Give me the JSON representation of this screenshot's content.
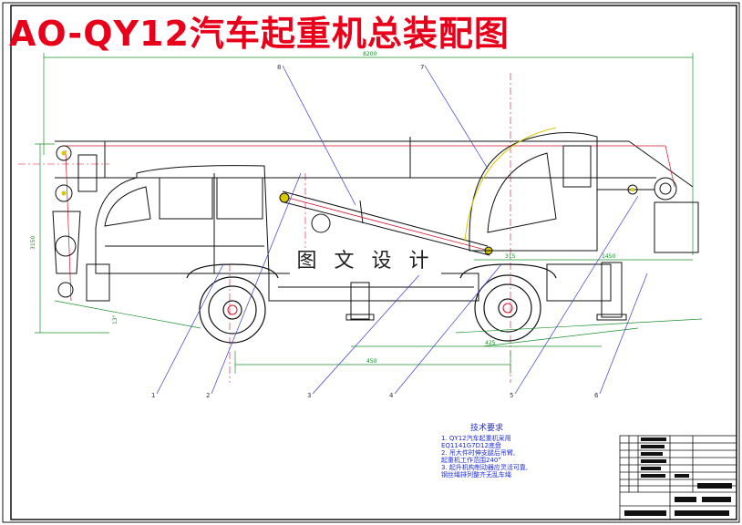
{
  "drawing": {
    "title": "AO-QY12汽车起重机总装配图",
    "watermark": "图 文 设 计",
    "colors": {
      "title": "#e8001a",
      "outline": "#111111",
      "dimension": "#1a8f2a",
      "centerline": "#d8102a",
      "leader": "#3a3ad0",
      "yellow": "#d8c800",
      "tech_text": "#1d2bd6"
    }
  },
  "dimensions": {
    "overall_length": "8200",
    "overall_height": "3150",
    "wheelbase": "450",
    "rear_span": "425",
    "cab_offset": "1450",
    "front_small": "315",
    "angle_left": "13°"
  },
  "part_labels": [
    "1",
    "2",
    "3",
    "4",
    "5",
    "6",
    "7",
    "8"
  ],
  "tech_requirements": {
    "heading": "技术要求",
    "lines": [
      "1.  QY12汽车起重机采用",
      "EQ1141G7D12底盘",
      "2.  吊大件时伸支腿后吊臂,",
      "起重机工作范围240°",
      "3.  起升机构制动器应灵活可靠,",
      "钢丝绳排列整齐无乱车绳"
    ]
  }
}
